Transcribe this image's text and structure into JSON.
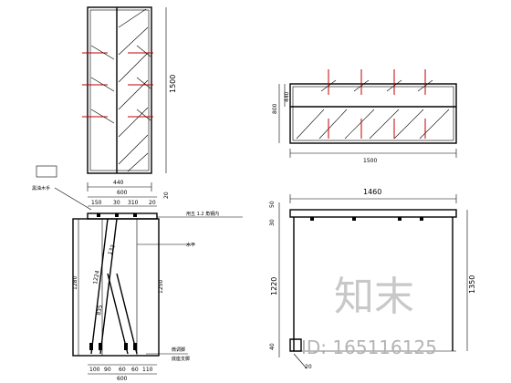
{
  "top_left_view": {
    "width_dim": "440",
    "height_dim": "1500"
  },
  "top_right_view": {
    "height_dim": "800",
    "inner_dim": "440",
    "width_dim": "1500"
  },
  "bottom_left_view": {
    "top_total": "600",
    "top_parts": [
      "150",
      "30",
      "310",
      "20"
    ],
    "top_right_small": "20",
    "left_height": "1280",
    "inner_labels": [
      "132",
      "1224",
      "835"
    ],
    "right_height": "1250",
    "bottom_parts": [
      "100",
      "90",
      "60",
      "60",
      "110"
    ],
    "bottom_total": "600",
    "callout_1": "黑油木手",
    "callout_2": "用五 1.2 角钢内",
    "callout_3": "水平",
    "callout_4": "微调脚",
    "callout_5": "底座支脚"
  },
  "bottom_right_view": {
    "top_dim": "1460",
    "left_dims": [
      "50",
      "30",
      "1220",
      "40"
    ],
    "right_dim": "1350",
    "bottom_dim": "20"
  },
  "watermark": {
    "text": "知末",
    "id_text": "ID: 165116125"
  }
}
